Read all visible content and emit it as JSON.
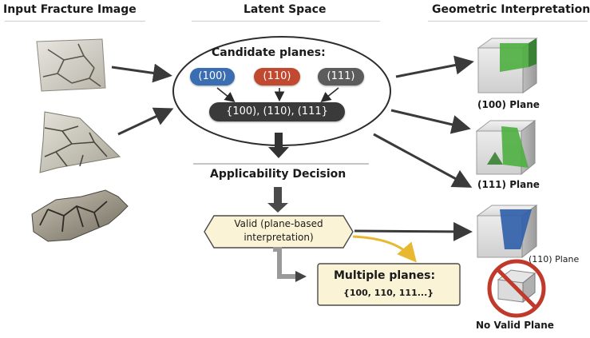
{
  "headers": {
    "input": "Input Fracture Image",
    "latent": "Latent Space",
    "geometric": "Geometric Interpretation"
  },
  "latent": {
    "candidate_title": "Candidate planes:",
    "plane_100": "(100)",
    "plane_110": "(110)",
    "plane_111": "(111)",
    "combined": "{100), (110), (111}",
    "decision_title": "Applicability Decision",
    "valid_line1": "Valid (plane-based",
    "valid_line2": "interpretation)",
    "multiple_title": "Multiple planes:",
    "multiple_values": "{100, 110, 111...}"
  },
  "outputs": {
    "plane_100_label": "(100) Plane",
    "plane_111_label": "(111) Plane",
    "plane_110_label": "(110) Plane",
    "no_valid_label": "No Valid Plane"
  },
  "colors": {
    "pill_100": "#3b6db3",
    "pill_110": "#c0492f",
    "pill_111": "#5c5c5c",
    "combined_box": "#3a3a3a",
    "valid_fill": "#fbf3d6",
    "multiple_fill": "#fbf3d6",
    "highlight_green": "#4caf3f",
    "highlight_blue": "#2f5ea8",
    "prohibit_red": "#c0392b",
    "yellow_arrow": "#e8b830"
  }
}
